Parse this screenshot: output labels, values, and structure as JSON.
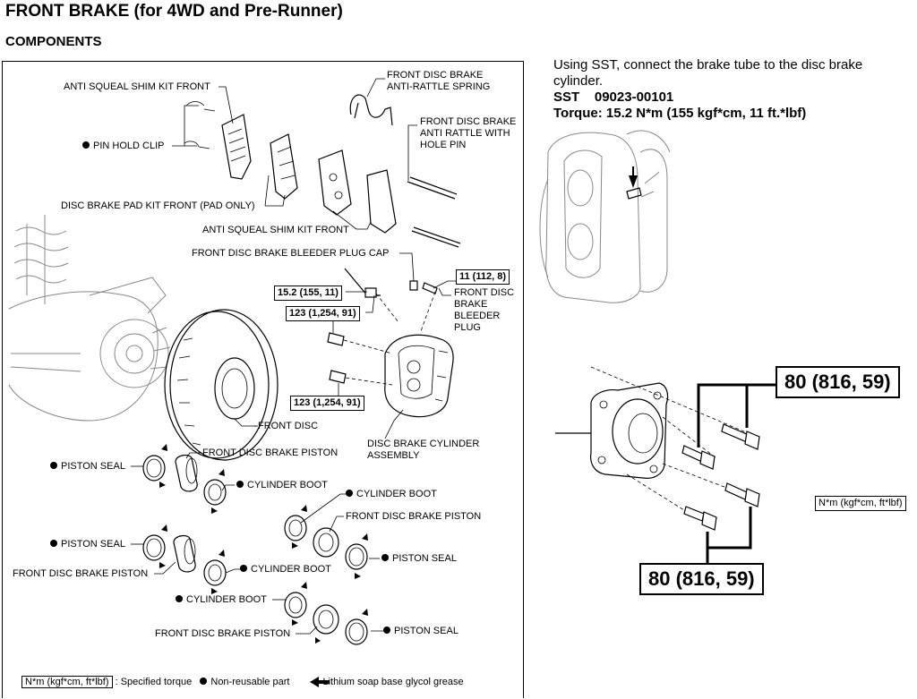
{
  "header": {
    "title": "FRONT BRAKE (for 4WD and Pre-Runner)",
    "subtitle": "COMPONENTS"
  },
  "labels": {
    "anti_squeal_shim_kit_front_top": "ANTI SQUEAL SHIM KIT FRONT",
    "pin_hold_clip": "PIN HOLD CLIP",
    "anti_rattle_spring": "FRONT DISC BRAKE\nANTI-RATTLE SPRING",
    "anti_rattle_hole_pin": "FRONT DISC BRAKE\nANTI RATTLE WITH\nHOLE PIN",
    "disc_brake_pad_kit": "DISC BRAKE PAD KIT FRONT (PAD ONLY)",
    "anti_squeal_shim_kit_front_bottom": "ANTI SQUEAL SHIM KIT FRONT",
    "bleeder_plug_cap": "FRONT DISC BRAKE BLEEDER PLUG CAP",
    "bleeder_plug": "FRONT DISC\nBRAKE\nBLEEDER\nPLUG",
    "front_disc": "FRONT DISC",
    "cylinder_assembly": "DISC BRAKE CYLINDER\nASSEMBLY",
    "piston_seal_1": "PISTON SEAL",
    "front_disc_brake_piston_1": "FRONT DISC BRAKE PISTON",
    "cylinder_boot_1": "CYLINDER BOOT",
    "cylinder_boot_2": "CYLINDER BOOT",
    "front_disc_brake_piston_2": "FRONT DISC BRAKE PISTON",
    "piston_seal_2": "PISTON SEAL",
    "front_disc_brake_piston_3": "FRONT DISC BRAKE PISTON",
    "cylinder_boot_3": "CYLINDER BOOT",
    "piston_seal_3": "PISTON SEAL",
    "cylinder_boot_4": "CYLINDER BOOT",
    "front_disc_brake_piston_4": "FRONT DISC BRAKE PISTON",
    "piston_seal_4": "PISTON SEAL"
  },
  "torques": {
    "bleeder": "11 (112, 8)",
    "brake_tube": "15.2 (155, 11)",
    "upper_bolt": "123 (1,254, 91)",
    "lower_bolt": "123 (1,254, 91)",
    "hub_upper": "80 (816, 59)",
    "hub_lower": "80 (816, 59)"
  },
  "instructions": {
    "line1": "Using SST, connect the brake tube to the disc brake cylinder.",
    "sst_label": "SST",
    "sst_value": "09023-00101",
    "torque_line": "Torque: 15.2 N*m (155 kgf*cm, 11 ft.*lbf)"
  },
  "unit_box": "N*m (kgf*cm, ft*lbf)",
  "legend": {
    "unit": "N*m (kgf*cm, ft*lbf)",
    "specified_torque": ": Specified torque",
    "non_reusable": "Non-reusable part",
    "grease": "Lithium soap base glycol grease"
  }
}
